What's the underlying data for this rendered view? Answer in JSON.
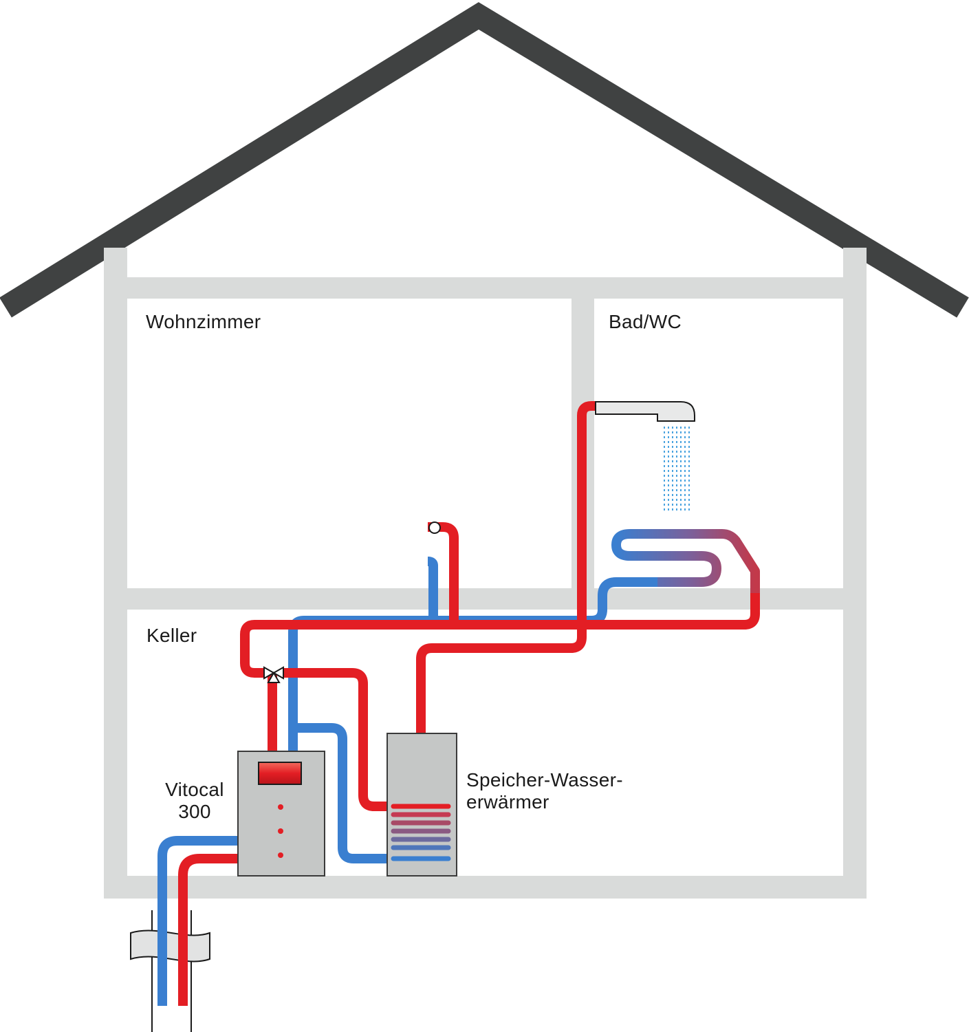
{
  "rooms": {
    "living_room": "Wohnzimmer",
    "bathroom": "Bad/WC",
    "basement": "Keller"
  },
  "devices": {
    "heat_pump": {
      "line1": "Vitocal",
      "line2": "300"
    },
    "water_heater": {
      "line1": "Speicher-Wasser-",
      "line2": "erwärmer"
    }
  },
  "colors": {
    "roof": "#404242",
    "walls": "#d9dbda",
    "supply": "#e31e24",
    "return": "#3a7fd0",
    "unit": "#c5c7c6"
  }
}
